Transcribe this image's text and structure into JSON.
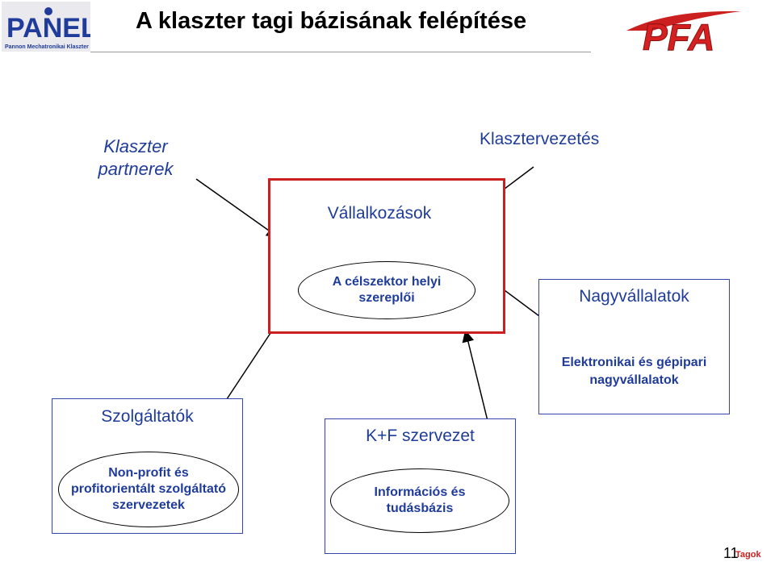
{
  "header": {
    "title": "A klaszter tagi bázisának felépítése",
    "logo_left_text": "PANEL",
    "logo_left_subtext": "Pannon Mechatronikai Klaszter",
    "logo_right_text": "PFA"
  },
  "labels": {
    "partners": "Klaszter partnerek",
    "management": "Klasztervezetés"
  },
  "boxes": {
    "enterprises": {
      "title": "Vállalkozások",
      "oval": "A célszektor helyi szereplői"
    },
    "large_companies": {
      "title": "Nagyvállalatok",
      "subtitle": "Elektronikai és gépipari nagyvállalatok"
    },
    "services": {
      "title": "Szolgáltatók",
      "oval": "Non-profit és profitorientált szolgáltató szervezetek"
    },
    "rnd": {
      "title": "K+F szervezet",
      "oval": "Információs és tudásbázis"
    }
  },
  "footer": {
    "page_number": "11",
    "tag": "Tagok"
  },
  "colors": {
    "text_blue": "#1f3c9a",
    "red_frame": "#cc1f1f",
    "box_border": "#3344aa"
  }
}
